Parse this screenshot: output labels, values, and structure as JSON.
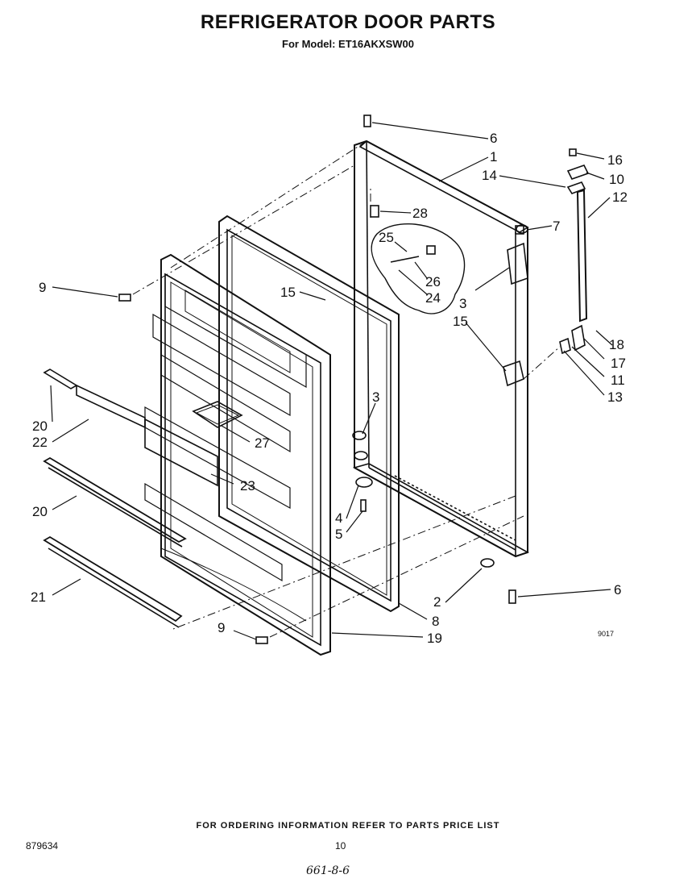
{
  "header": {
    "title": "REFRIGERATOR DOOR PARTS",
    "subtitle": "For Model: ET16AKXSW00"
  },
  "diagram": {
    "callouts": [
      "6",
      "1",
      "16",
      "14",
      "10",
      "12",
      "28",
      "7",
      "25",
      "26",
      "24",
      "3",
      "9",
      "15",
      "15",
      "18",
      "17",
      "11",
      "13",
      "3",
      "20",
      "22",
      "27",
      "23",
      "20",
      "4",
      "5",
      "21",
      "2",
      "6",
      "8",
      "9",
      "19"
    ],
    "drawing_code": "9017"
  },
  "footer": {
    "note": "FOR ORDERING INFORMATION REFER TO PARTS PRICE LIST",
    "doc_number": "879634",
    "page_number": "10",
    "handwritten": "661-8-6"
  }
}
